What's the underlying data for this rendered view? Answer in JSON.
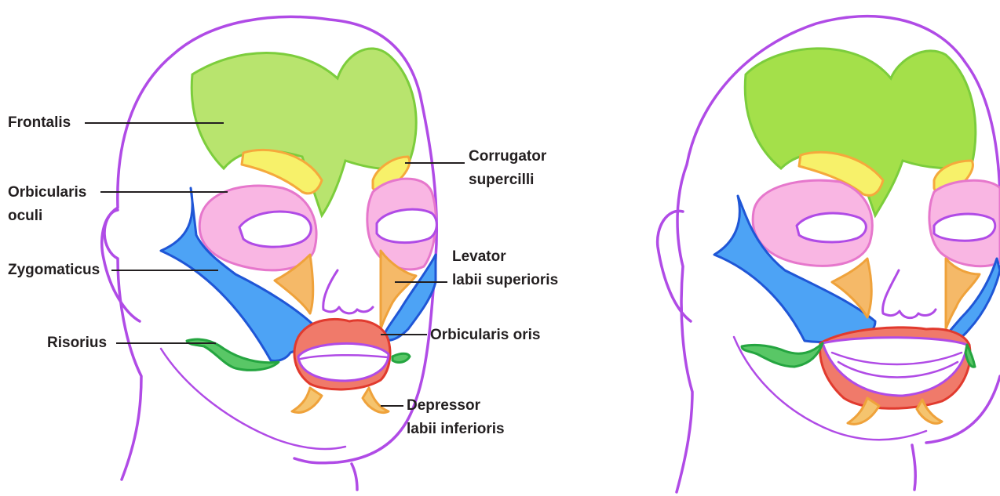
{
  "labels": {
    "frontalis": "Frontalis",
    "orbicularis_oculi_line1": "Orbicularis",
    "orbicularis_oculi_line2": "oculi",
    "zygomaticus": "Zygomaticus",
    "risorius": "Risorius",
    "corrugator_line1": "Corrugator",
    "corrugator_line2": "supercilli",
    "levator_line1": "Levator",
    "levator_line2": "labii superioris",
    "orbicularis_oris": "Orbicularis oris",
    "depressor_line1": "Depressor",
    "depressor_line2": "labii inferioris"
  },
  "colors": {
    "outline": "#b04be6",
    "frontalis": "#b8e46e",
    "frontalis_stroke": "#7ccd3c",
    "corrugator": "#f7f16a",
    "corrugator_stroke": "#f5a93c",
    "orbicularis_oculi": "#f9b6e3",
    "orbicularis_oculi_stroke": "#e677cc",
    "zygomaticus": "#4da3f5",
    "zygomaticus_stroke": "#1f56d6",
    "levator": "#f5b968",
    "levator_stroke": "#efa23b",
    "risorius": "#59c766",
    "risorius_stroke": "#25a540",
    "orbicularis_oris": "#f07a6a",
    "orbicularis_oris_stroke": "#e13a2e",
    "depressor": "#f5c46e",
    "label_text": "#231f20"
  }
}
